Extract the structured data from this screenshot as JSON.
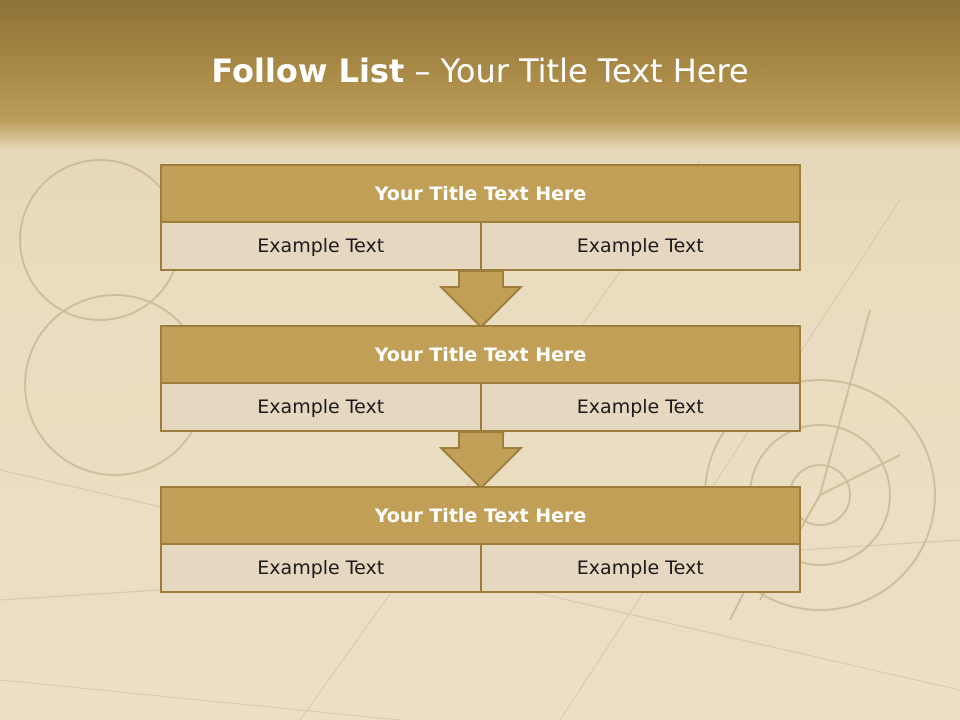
{
  "slide": {
    "title_bold": "Follow List",
    "title_rest": " – Your Title Text Here"
  },
  "blocks": [
    {
      "title": "Your Title Text Here",
      "left": "Example Text",
      "right": "Example Text"
    },
    {
      "title": "Your Title Text Here",
      "left": "Example Text",
      "right": "Example Text"
    },
    {
      "title": "Your Title Text Here",
      "left": "Example Text",
      "right": "Example Text"
    }
  ],
  "colors": {
    "header": "#a88845",
    "block_title": "#c19f57",
    "block_cell": "#e6d7c0",
    "border": "#9c7d3b"
  }
}
